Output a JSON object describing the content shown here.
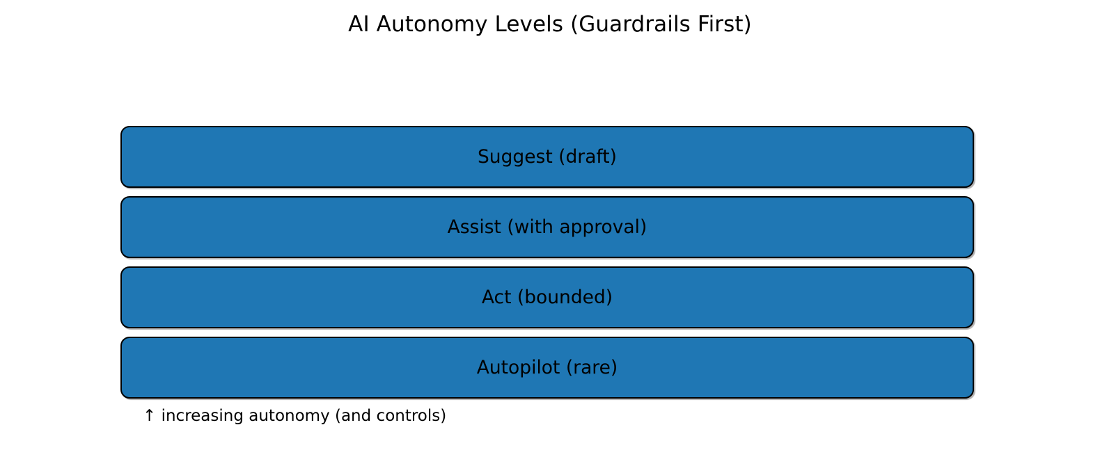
{
  "figure": {
    "title": "AI Autonomy Levels (Guardrails First)",
    "caption": "↑ increasing autonomy (and controls)",
    "arrow_icon": "up-arrow-icon",
    "background_color": "#ffffff"
  },
  "chart_data": {
    "type": "bar",
    "orientation": "horizontal-stacked-ladder",
    "title": "AI Autonomy Levels (Guardrails First)",
    "xlabel": "",
    "ylabel": "",
    "annotations": [
      "↑ increasing autonomy (and controls)"
    ],
    "grid": false,
    "legend": null,
    "bar_color": "#1f77b4",
    "edge_color": "#000000",
    "text_color": "#000000",
    "categories": [
      "Suggest (draft)",
      "Assist (with approval)",
      "Act (bounded)",
      "Autopilot (rare)"
    ],
    "values": [
      1,
      1,
      1,
      1
    ],
    "levels": [
      {
        "rank": 1,
        "label": "Suggest (draft)"
      },
      {
        "rank": 2,
        "label": "Assist (with approval)"
      },
      {
        "rank": 3,
        "label": "Act (bounded)"
      },
      {
        "rank": 4,
        "label": "Autopilot (rare)"
      }
    ]
  }
}
